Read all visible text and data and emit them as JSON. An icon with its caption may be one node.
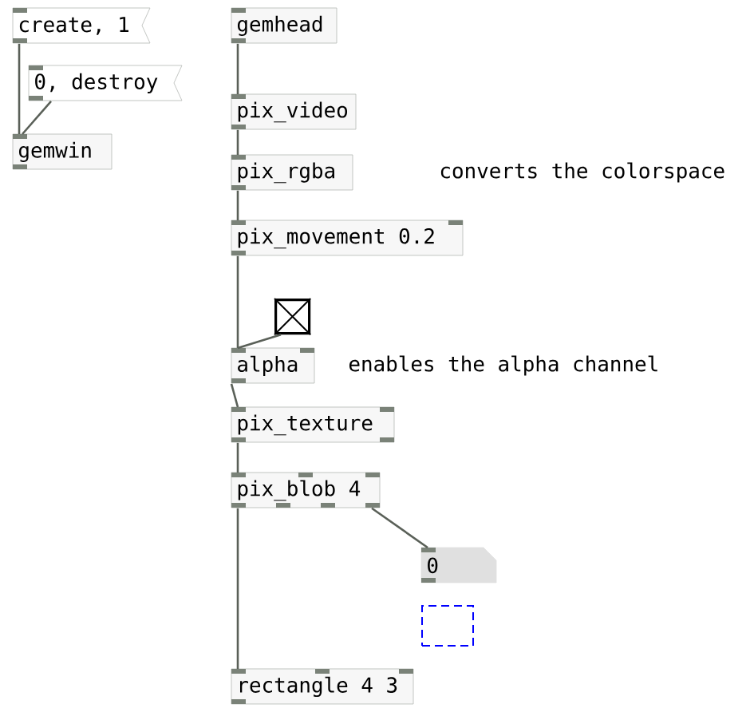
{
  "diagram": {
    "nodes": [
      {
        "text": [
          "create, 1"
        ]
      },
      {
        "text": [
          "0, destroy"
        ]
      },
      {
        "text": [
          "gemwin"
        ]
      },
      {
        "text": [
          "gemhead"
        ]
      },
      {
        "text": [
          "pix_video"
        ]
      },
      {
        "text": [
          "pix_rgba"
        ]
      },
      {
        "text": [
          "pix_movement 0.2"
        ]
      },
      {
        "text": [],
        "shape": "checkbox"
      },
      {
        "text": [
          "alpha"
        ]
      },
      {
        "text": [
          "pix_texture"
        ]
      },
      {
        "text": [
          "pix_blob 4"
        ]
      },
      {
        "text": [
          "0"
        ]
      },
      {
        "text": [],
        "shape": "box"
      },
      {
        "text": [
          "rectangle 4 3"
        ]
      }
    ],
    "edges": [
      {
        "from": 0,
        "to": 2,
        "arrow": "none"
      },
      {
        "from": 1,
        "to": 2,
        "arrow": "none"
      },
      {
        "from": 3,
        "to": 4,
        "arrow": "none"
      },
      {
        "from": 4,
        "to": 5,
        "arrow": "none"
      },
      {
        "from": 5,
        "to": 6,
        "arrow": "none"
      },
      {
        "from": 6,
        "to": 8,
        "arrow": "none"
      },
      {
        "from": 7,
        "to": 8,
        "arrow": "none"
      },
      {
        "from": 8,
        "to": 9,
        "arrow": "none"
      },
      {
        "from": 9,
        "to": 10,
        "arrow": "none"
      },
      {
        "from": 10,
        "to": 13,
        "arrow": "none"
      },
      {
        "from": 10,
        "to": 11,
        "arrow": "none"
      }
    ],
    "labels": [
      "converts the colorspace",
      "enables the alpha channel"
    ]
  }
}
